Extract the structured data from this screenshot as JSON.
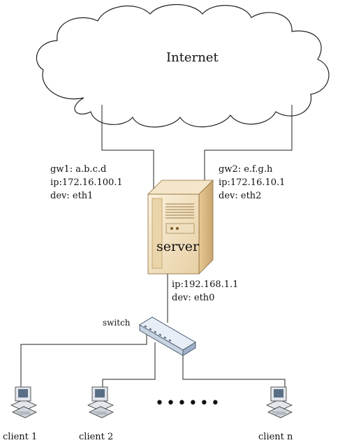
{
  "internet": {
    "label": "Internet"
  },
  "server": {
    "label": "server"
  },
  "gateway1": {
    "line1": "gw1: a.b.c.d",
    "line2": "ip:172.16.100.1",
    "line3": "dev: eth1"
  },
  "gateway2": {
    "line1": "gw2: e.f.g.h",
    "line2": "ip:172.16.10.1",
    "line3": "dev: eth2"
  },
  "lan": {
    "line1": "ip:192.168.1.1",
    "line2": "dev: eth0"
  },
  "switch": {
    "label": "switch"
  },
  "clients": [
    {
      "label": "client 1"
    },
    {
      "label": "client 2"
    },
    {
      "label": "client n"
    }
  ],
  "ellipsis": "••••••",
  "colors": {
    "line": "#222222",
    "server_body": "#f3e2c4",
    "server_shade": "#d9b98a",
    "switch_body": "#e8eef6",
    "switch_edge": "#4a5a70",
    "monitor": "#dfe4ea"
  }
}
